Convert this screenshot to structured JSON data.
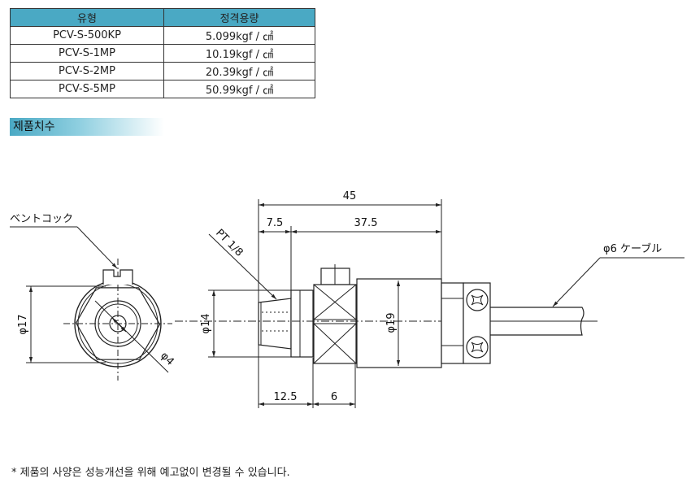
{
  "spec_table": {
    "headers": [
      "유형",
      "정격용량"
    ],
    "rows": [
      [
        "PCV-S-500KP",
        "5.099kgf / ㎠"
      ],
      [
        "PCV-S-1MP",
        "10.19kgf / ㎠"
      ],
      [
        "PCV-S-2MP",
        "20.39kgf / ㎠"
      ],
      [
        "PCV-S-5MP",
        "50.99kgf / ㎠"
      ]
    ]
  },
  "section_title": "제품치수",
  "drawing": {
    "vent_cock_label": "ベントコック",
    "phi17": "φ17",
    "phi4": "φ4",
    "pt_label": "PT 1/8",
    "phi14": "φ14",
    "phi19": "φ19",
    "dim_45": "45",
    "dim_7_5": "7.5",
    "dim_37_5": "37.5",
    "dim_12_5": "12.5",
    "dim_6": "6",
    "cable_label": "φ6 ケーブル"
  },
  "footnote": "* 제품의 사양은 성능개선을 위해 예고없이 변경될 수 있습니다."
}
